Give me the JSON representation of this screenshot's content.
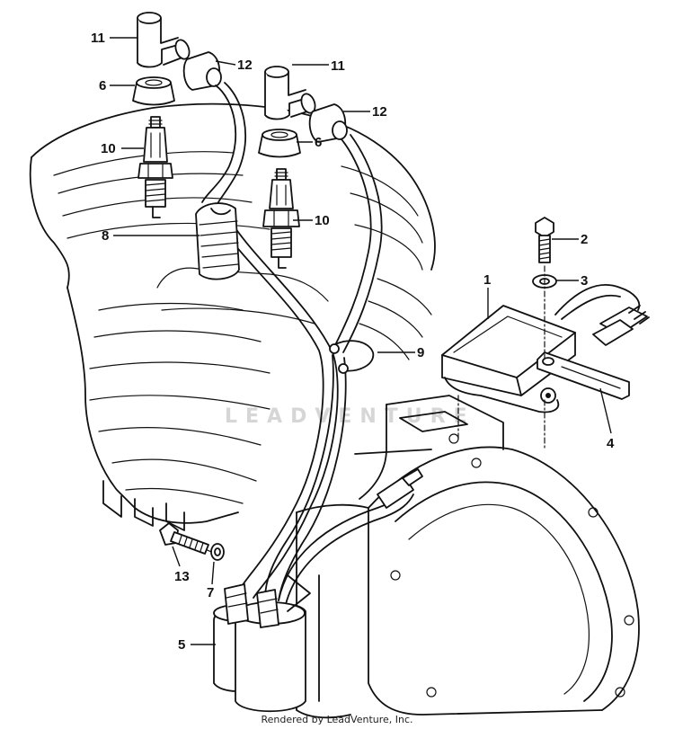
{
  "watermark": "LEADVENTURE",
  "footer": {
    "credit": "Rendered by LeadVenture, Inc."
  },
  "callouts": {
    "c1": "1",
    "c2": "2",
    "c3": "3",
    "c4": "4",
    "c5": "5",
    "c6a": "6",
    "c6b": "6",
    "c7": "7",
    "c8": "8",
    "c9": "9",
    "c10a": "10",
    "c10b": "10",
    "c11a": "11",
    "c11b": "11",
    "c12a": "12",
    "c12b": "12",
    "c13": "13"
  },
  "colors": {
    "line": "#111111",
    "background": "#ffffff",
    "watermark": "#d6d6d6"
  }
}
